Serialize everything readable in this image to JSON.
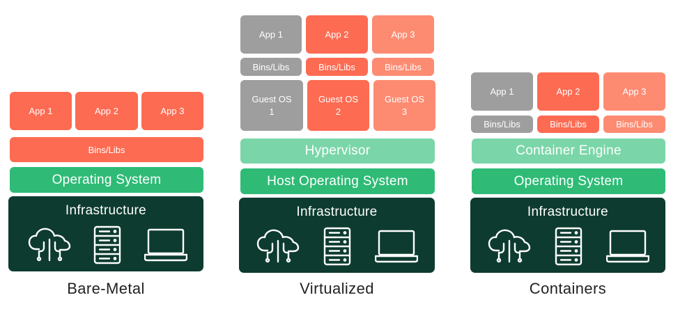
{
  "bare_metal": {
    "caption": "Bare-Metal",
    "apps": [
      "App 1",
      "App 2",
      "App 3"
    ],
    "bins": "Bins/Libs",
    "os": "Operating System",
    "infra": "Infrastructure"
  },
  "virtualized": {
    "caption": "Virtualized",
    "apps": [
      "App 1",
      "App 2",
      "App 3"
    ],
    "bins": [
      "Bins/Libs",
      "Bins/Libs",
      "Bins/Libs"
    ],
    "guest_os": [
      {
        "line1": "Guest OS",
        "line2": "1"
      },
      {
        "line1": "Guest OS",
        "line2": "2"
      },
      {
        "line1": "Guest OS",
        "line2": "3"
      }
    ],
    "hypervisor": "Hypervisor",
    "host_os": "Host Operating System",
    "infra": "Infrastructure"
  },
  "containers": {
    "caption": "Containers",
    "apps": [
      "App 1",
      "App 2",
      "App 3"
    ],
    "bins": [
      "Bins/Libs",
      "Bins/Libs",
      "Bins/Libs"
    ],
    "engine": "Container Engine",
    "os": "Operating System",
    "infra": "Infrastructure"
  },
  "icons": [
    "cloud-icon",
    "server-icon",
    "laptop-icon"
  ],
  "colors": {
    "app_gray": "#9e9e9e",
    "app_red": "#fd6b52",
    "app_salmon": "#fd8b72",
    "os_green": "#2fbb76",
    "layer_mint": "#7ad6a8",
    "infra_dark": "#0d3b2f"
  }
}
